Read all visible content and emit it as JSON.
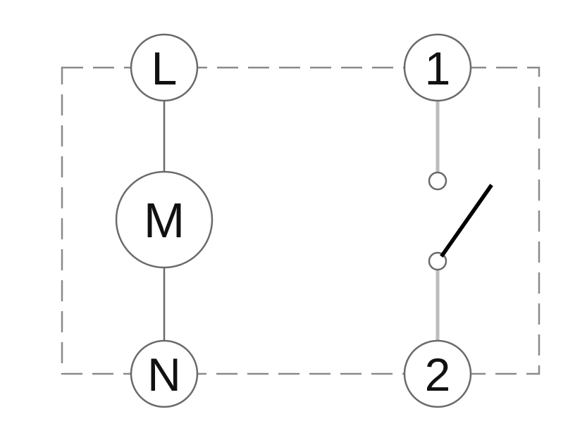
{
  "terminals": {
    "line": "L",
    "neutral": "N",
    "motor": "M",
    "contact_1": "1",
    "contact_2": "2"
  },
  "colors": {
    "wire_dark": "#6a6a6a",
    "wire_light": "#bdbdbd",
    "switch_blade": "#000000",
    "enclosure": "#8a8a8a"
  }
}
